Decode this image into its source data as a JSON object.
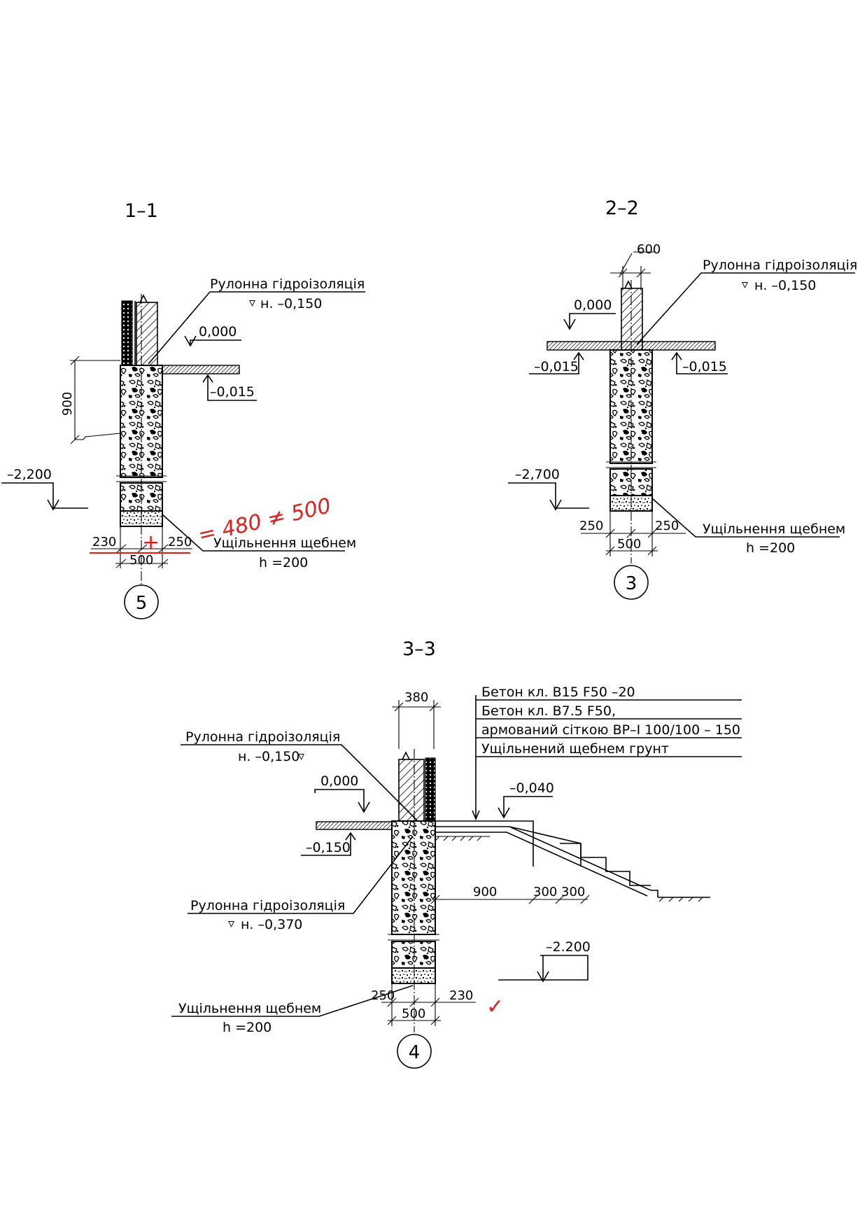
{
  "sections": {
    "s11": {
      "title": "1–1",
      "waterproofing_label": "Рулонна гідроізоляція",
      "waterproofing_level": "н. –0,150",
      "level_zero": "0,000",
      "level_floor": "–0,015",
      "level_bottom": "–2,200",
      "dim_height": "900",
      "dim_left": "230",
      "dim_right": "250",
      "dim_width": "500",
      "compaction_label": "Ущільнення щебнем",
      "compaction_h": "h =200",
      "axis": "5",
      "redline_note": "= 480 ≠ 500",
      "redline_plus": "+"
    },
    "s22": {
      "title": "2–2",
      "dim_top": "600",
      "waterproofing_label": "Рулонна гідроізоляція",
      "waterproofing_level": "н. –0,150",
      "level_zero": "0,000",
      "level_left": "–0,015",
      "level_right": "–0,015",
      "level_bottom": "–2,700",
      "dim_left": "250",
      "dim_right": "250",
      "dim_width": "500",
      "compaction_label": "Ущільнення щебнем",
      "compaction_h": "h =200",
      "axis": "3"
    },
    "s33": {
      "title": "3–3",
      "dim_top": "380",
      "layers": [
        "Бетон кл. В15 F50   –20",
        "Бетон кл. В7.5 F50,",
        "армований сіткою  ВР–І 100/100  – 150",
        "Ущільнений щебнем грунт"
      ],
      "waterproofing_top_label": "Рулонна гідроізоляція",
      "waterproofing_top_level": "н. –0,150",
      "level_zero": "0,000",
      "level_left": "–0,150",
      "level_porch": "–0,040",
      "waterproofing_low_label": "Рулонна гідроізоляція",
      "waterproofing_low_level": "н. –0,370",
      "dim_porch": "900",
      "dim_step1": "300",
      "dim_step2": "300",
      "level_bottom": "–2.200",
      "dim_left": "250",
      "dim_right": "230",
      "dim_width": "500",
      "compaction_label": "Ущільнення щебнем",
      "compaction_h": "h =200",
      "axis": "4",
      "redline_check": "✓"
    }
  }
}
